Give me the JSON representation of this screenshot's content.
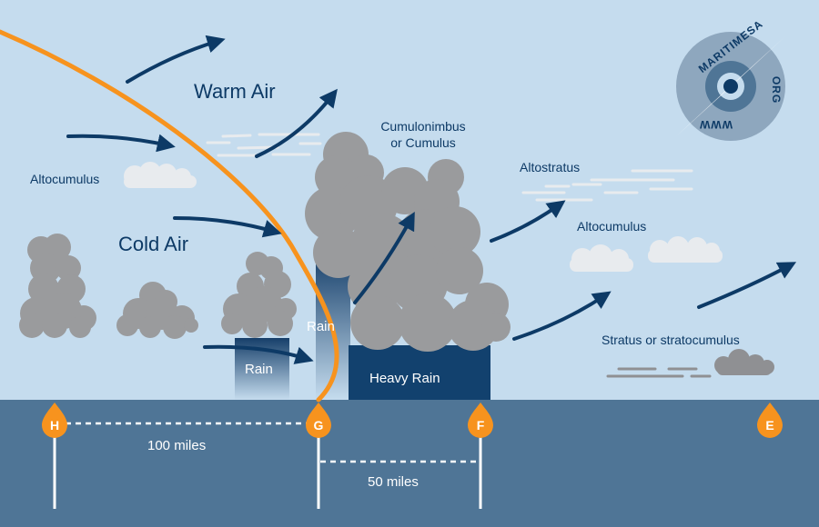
{
  "labels": {
    "warm_air": "Warm Air",
    "cold_air": "Cold Air",
    "altocumulus_left": "Altocumulus",
    "cumulonimbus_line1": "Cumulonimbus",
    "cumulonimbus_line2": "or Cumulus",
    "altostratus": "Altostratus",
    "altocumulus_right": "Altocumulus",
    "stratus": "Stratus or stratocumulus",
    "rain_small": "Rain",
    "rain_front": "Rain",
    "heavy_rain": "Heavy Rain"
  },
  "distances": {
    "hg": "100 miles",
    "gf": "50 miles"
  },
  "stations": [
    "H",
    "G",
    "F",
    "E"
  ],
  "logo": {
    "name": "MARITIMESA",
    "suffix": "ORG",
    "prefix": "WWW"
  },
  "colors": {
    "sky": "#c5dcee",
    "ground": "#4f7596",
    "front_line": "#f7931e",
    "arrow": "#0d3a66",
    "cloud": "#9a9b9d",
    "rain": "#12416e",
    "pin": "#f7931e"
  }
}
